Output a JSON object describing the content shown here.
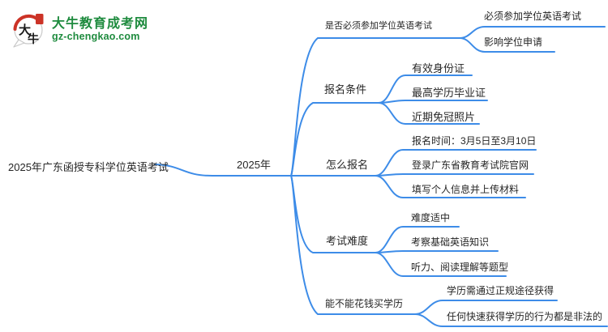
{
  "logo": {
    "icon_chars": [
      "大",
      "牛"
    ],
    "site_name": "大牛教育成考网",
    "site_url": "gz-chengkao.com"
  },
  "colors": {
    "line_blue": "#3d8ce8",
    "text": "#262626",
    "brand_green": "#1e8b3e",
    "seal_red": "#cc3327"
  },
  "mindmap": {
    "root": "2025年广东函授专科学位英语考试",
    "center": "2025年",
    "branches": [
      {
        "label": "是否必须参加学位英语考试",
        "children": [
          "必须参加学位英语考试",
          "影响学位申请"
        ]
      },
      {
        "label": "报名条件",
        "children": [
          "有效身份证",
          "最高学历毕业证",
          "近期免冠照片"
        ]
      },
      {
        "label": "怎么报名",
        "children": [
          "报名时间：3月5日至3月10日",
          "登录广东省教育考试院官网",
          "填写个人信息并上传材料"
        ]
      },
      {
        "label": "考试难度",
        "children": [
          "难度适中",
          "考察基础英语知识",
          "听力、阅读理解等题型"
        ]
      },
      {
        "label": "能不能花钱买学历",
        "children": [
          "学历需通过正规途径获得",
          "任何快速获得学历的行为都是非法的"
        ]
      }
    ]
  }
}
